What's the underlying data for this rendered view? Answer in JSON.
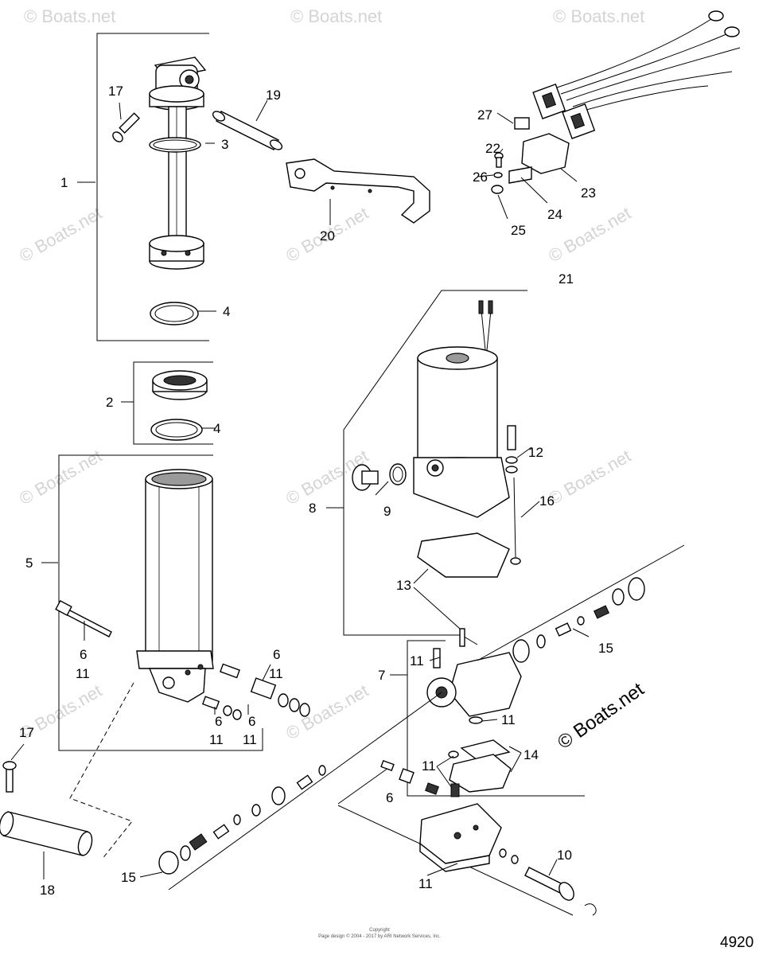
{
  "diagram_number": "4920",
  "brand_watermark": "© Boats.net",
  "footer": {
    "line1": "Copyright",
    "line2": "Page design © 2004 - 2017 by ARI Network Services, Inc."
  },
  "callouts": {
    "c1": "1",
    "c2": "2",
    "c3": "3",
    "c4a": "4",
    "c4b": "4",
    "c5": "5",
    "c6a": "6",
    "c6b": "6",
    "c6c": "6",
    "c6d": "6",
    "c6e": "6",
    "c7": "7",
    "c8": "8",
    "c9": "9",
    "c10": "10",
    "c11a": "11",
    "c11b": "11",
    "c11c": "11",
    "c11d": "11",
    "c11e": "11",
    "c11f": "11",
    "c11g": "11",
    "c11h": "11",
    "c12": "12",
    "c13": "13",
    "c14": "14",
    "c15a": "15",
    "c15b": "15",
    "c16": "16",
    "c17a": "17",
    "c17b": "17",
    "c18": "18",
    "c19": "19",
    "c20": "20",
    "c21": "21",
    "c22": "22",
    "c23": "23",
    "c24": "24",
    "c25": "25",
    "c26": "26",
    "c27": "27"
  }
}
